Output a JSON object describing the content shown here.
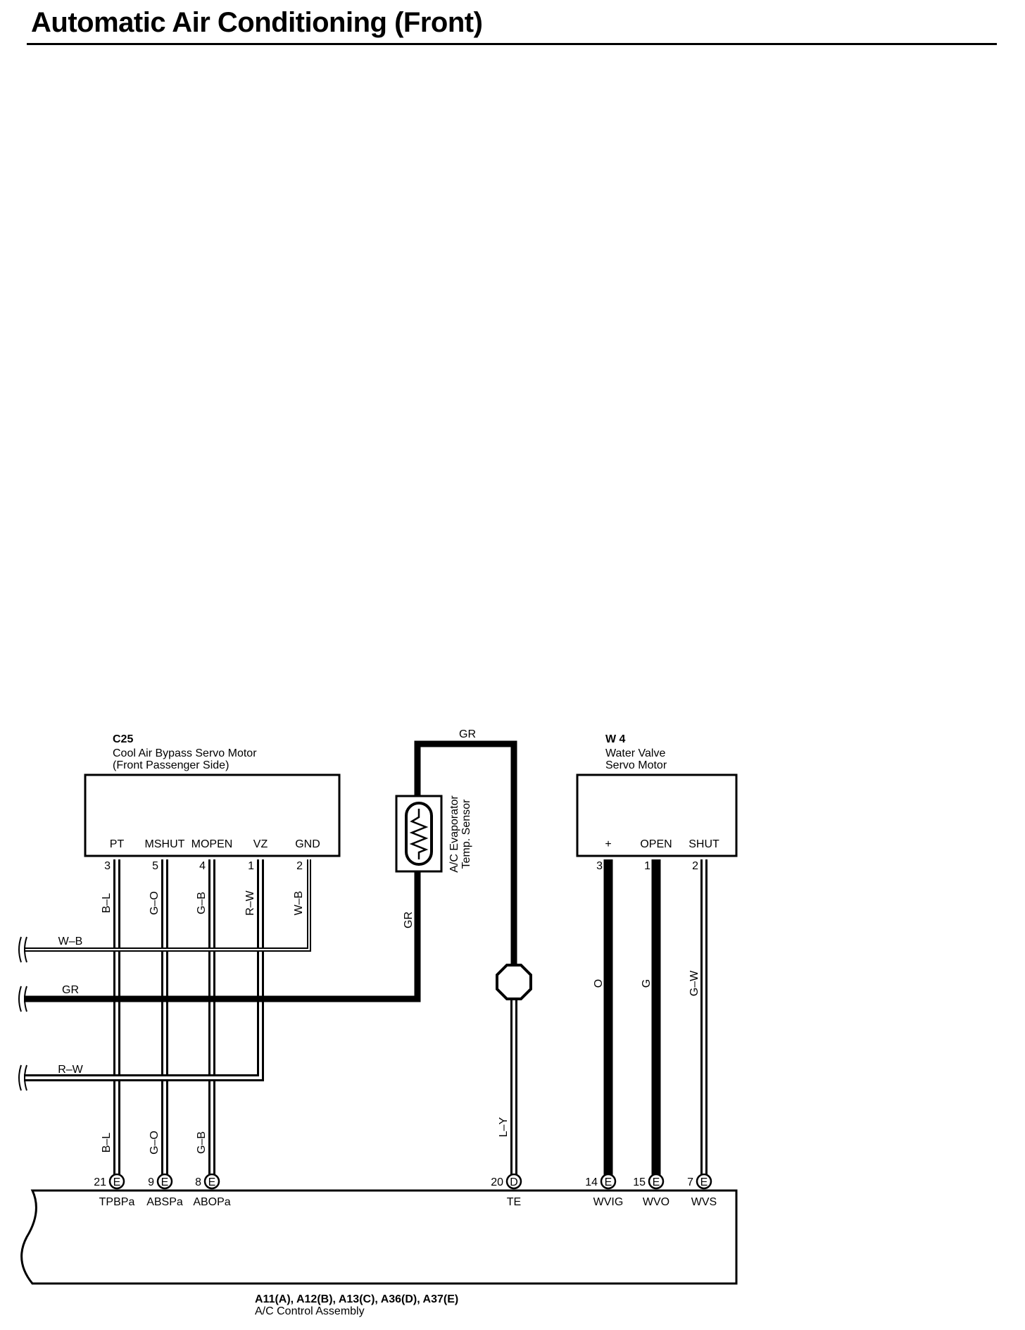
{
  "title": "Automatic Air Conditioning (Front)",
  "c25": {
    "code": "C25",
    "name_line1": "Cool Air Bypass Servo Motor",
    "name_line2": "(Front Passenger Side)",
    "pins": [
      {
        "label": "PT",
        "num": "3",
        "wire": "B–L"
      },
      {
        "label": "MSHUT",
        "num": "5",
        "wire": "G–O"
      },
      {
        "label": "MOPEN",
        "num": "4",
        "wire": "G–B"
      },
      {
        "label": "VZ",
        "num": "1",
        "wire": "R–W"
      },
      {
        "label": "GND",
        "num": "2",
        "wire": "W–B"
      }
    ]
  },
  "sensor": {
    "name_line1": "A/C Evaporator",
    "name_line2": "Temp. Sensor",
    "wire_top": "GR",
    "wire_left": "GR",
    "wire_bottom": "L–Y"
  },
  "w4": {
    "code": "W 4",
    "name_line1": "Water Valve",
    "name_line2": "Servo Motor",
    "pins": [
      {
        "label": "+",
        "num": "3",
        "wire": "O"
      },
      {
        "label": "OPEN",
        "num": "1",
        "wire": "G"
      },
      {
        "label": "SHUT",
        "num": "2",
        "wire": "G–W"
      }
    ]
  },
  "left_wires": [
    "W–B",
    "GR",
    "R–W"
  ],
  "ecu": {
    "terminals": [
      {
        "num": "21",
        "conn": "E",
        "label": "TPBPa",
        "wire": "B–L"
      },
      {
        "num": "9",
        "conn": "E",
        "label": "ABSPa",
        "wire": "G–O"
      },
      {
        "num": "8",
        "conn": "E",
        "label": "ABOPa",
        "wire": "G–B"
      },
      {
        "num": "20",
        "conn": "D",
        "label": "TE"
      },
      {
        "num": "14",
        "conn": "E",
        "label": "WVIG"
      },
      {
        "num": "15",
        "conn": "E",
        "label": "WVO"
      },
      {
        "num": "7",
        "conn": "E",
        "label": "WVS"
      }
    ],
    "connectors": "A11(A), A12(B), A13(C), A36(D), A37(E)",
    "name": "A/C Control Assembly"
  }
}
